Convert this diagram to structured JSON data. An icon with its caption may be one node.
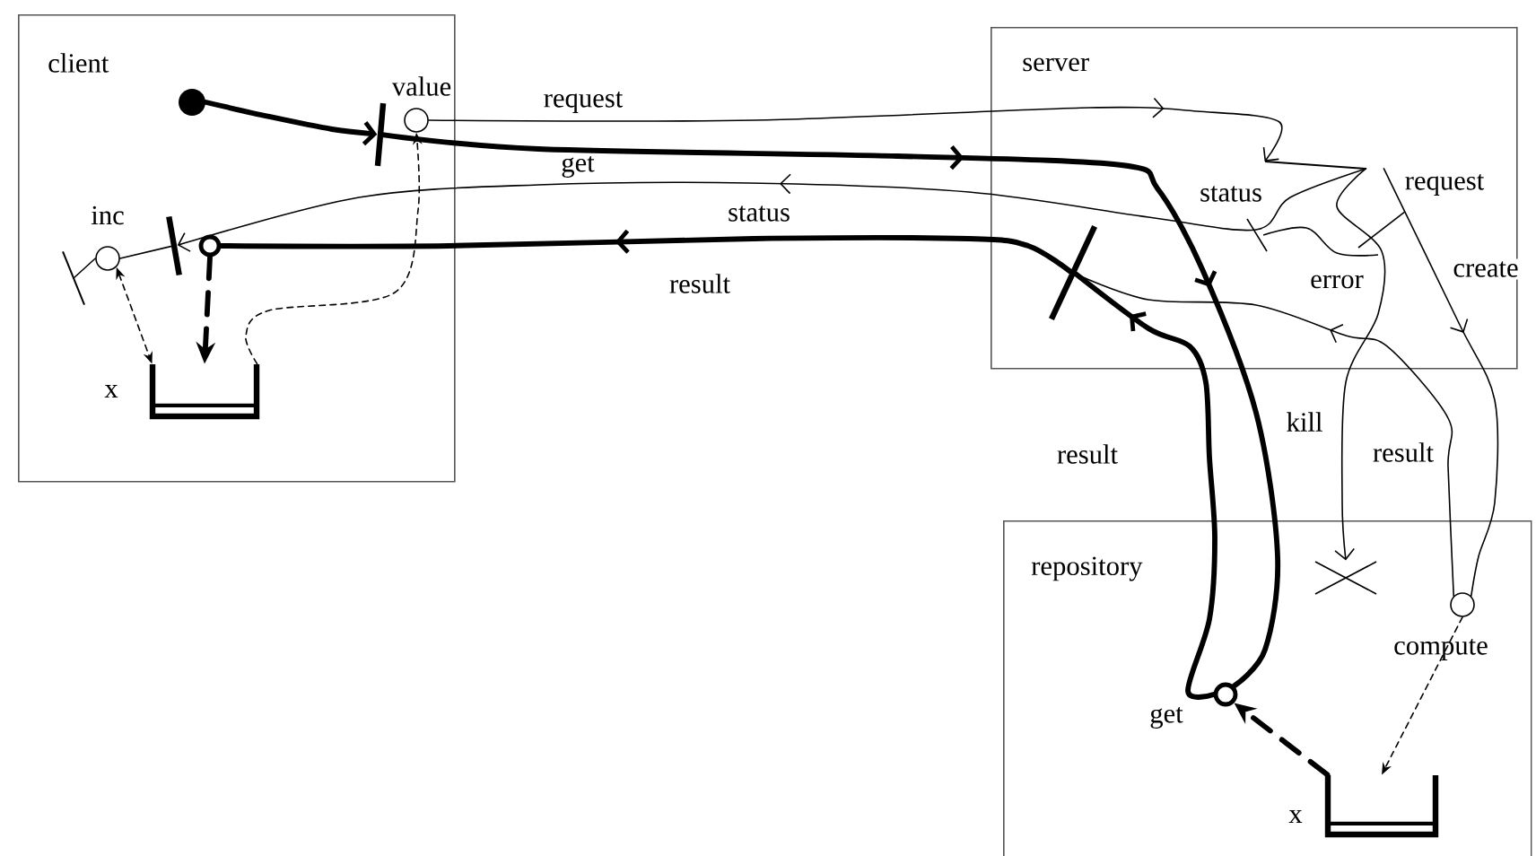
{
  "diagram": {
    "nodes": [
      {
        "text": [
          "client"
        ]
      },
      {
        "text": [],
        "shape": "circle",
        "in": 0
      },
      {
        "text": [],
        "shape": "bar",
        "in": 0
      },
      {
        "text": [
          "value"
        ],
        "in": 0
      },
      {
        "text": [
          "inc"
        ],
        "in": 0
      },
      {
        "text": [],
        "shape": "bar",
        "in": 0
      },
      {
        "text": [],
        "shape": "circle",
        "in": 0
      },
      {
        "text": [
          "x"
        ],
        "in": 0
      },
      {
        "text": [],
        "shape": "bar",
        "in": 0
      },
      {
        "text": [
          "server"
        ]
      },
      {
        "text": [],
        "shape": "bar",
        "in": 9
      },
      {
        "text": [],
        "shape": "bar",
        "in": 9
      },
      {
        "text": [
          "repository"
        ]
      },
      {
        "text": [
          "get"
        ],
        "in": 12
      },
      {
        "text": [
          "x"
        ],
        "in": 12
      },
      {
        "text": [],
        "shape": "cross",
        "in": 12
      },
      {
        "text": [
          "compute"
        ],
        "in": 12
      }
    ],
    "edges": [
      {
        "from": 1,
        "to": 2,
        "arrow": "to",
        "style": "thick"
      },
      {
        "from": 2,
        "to": 13,
        "arrow": "to",
        "style": "thick"
      },
      {
        "from": 3,
        "to": 10,
        "arrow": "to",
        "label": "request"
      },
      {
        "from": 10,
        "to": 5,
        "arrow": "to",
        "label": "get"
      },
      {
        "from": 11,
        "to": 6,
        "arrow": "to",
        "label": "result",
        "style": "thick"
      },
      {
        "from": 13,
        "to": 11,
        "arrow": "to",
        "label": "result",
        "style": "thick"
      },
      {
        "from": 6,
        "to": 7,
        "arrow": "to",
        "style": "dashed"
      },
      {
        "from": 7,
        "to": 3,
        "arrow": "to",
        "style": "dashed"
      },
      {
        "from": 4,
        "to": 7,
        "arrow": "both",
        "style": "dashed"
      },
      {
        "from": 5,
        "to": 4,
        "arrow": "none"
      },
      {
        "from": 4,
        "to": 8,
        "arrow": "none"
      },
      {
        "from": 10,
        "to": 16,
        "arrow": "to",
        "label": "create"
      },
      {
        "from": 10,
        "to": 15,
        "arrow": "to",
        "label": "kill"
      },
      {
        "from": 16,
        "to": 11,
        "arrow": "to",
        "label": "result"
      },
      {
        "from": 16,
        "to": 14,
        "arrow": "to",
        "style": "dashed"
      },
      {
        "from": 14,
        "to": 13,
        "arrow": "to",
        "style": "dashed"
      }
    ],
    "labels": [
      "status",
      "status",
      "request",
      "error"
    ]
  }
}
